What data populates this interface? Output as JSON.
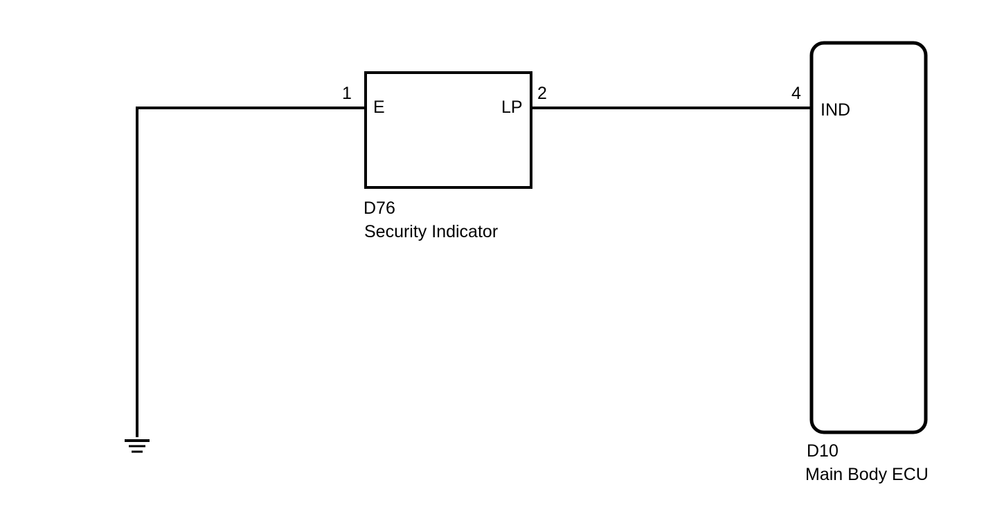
{
  "diagram": {
    "components": {
      "security_indicator": {
        "code": "D76",
        "name": "Security Indicator",
        "pins": [
          {
            "number": "1",
            "name": "E"
          },
          {
            "number": "2",
            "name": "LP"
          }
        ]
      },
      "main_body_ecu": {
        "code": "D10",
        "name": "Main Body ECU",
        "pins": [
          {
            "number": "4",
            "name": "IND"
          }
        ]
      }
    },
    "colors": {
      "line": "#000000",
      "background": "#ffffff"
    }
  }
}
